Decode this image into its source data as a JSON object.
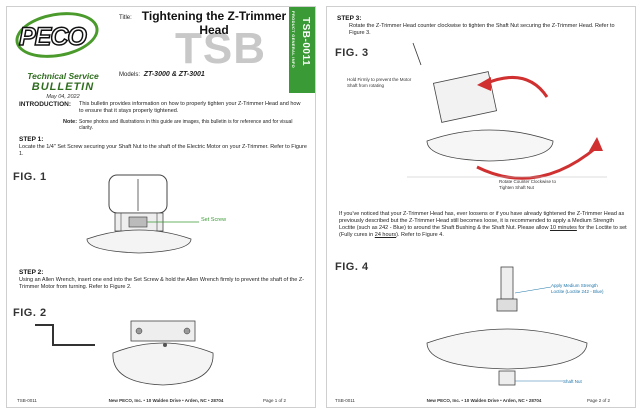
{
  "page1": {
    "logo_text": "PECO",
    "label_line1": "Technical Service",
    "label_line2": "BULLETIN",
    "date": "May 04, 2022",
    "title_label": "Title:",
    "title": "Tightening the Z-Trimmer Head",
    "big_text": "TSB",
    "models_label": "Models:",
    "models": "ZT-3000 & ZT-3001",
    "strip_small": "PRODUCT GENERAL INFO",
    "strip_big": "TSB-0011",
    "intro_label": "INTRODUCTION:",
    "intro_text": "This bulletin provides information on how to properly tighten your Z-Trimmer Head and how to ensure that it stays properly tightened.",
    "note_label": "Note:",
    "note_text": "Some photos and illustrations in this guide are images, this bulletin is for reference and for visual clarity.",
    "step1_title": "STEP 1:",
    "step1_text": "Locate the 1/4\" Set Screw securing your Shaft Nut to the shaft of the Electric Motor on your Z-Trimmer. Refer to Figure 1.",
    "fig1": "FIG. 1",
    "set_screw_label": "Set Screw",
    "step2_title": "STEP 2:",
    "step2_text": "Using an Allen Wrench, insert one end into the Set Screw & hold the Allen Wrench firmly to prevent the shaft of the Z-Trimmer Motor from turning. Refer to Figure 2.",
    "fig2": "FIG. 2",
    "footer_left": "TSB-0011",
    "footer_center": "New PECO, Inc. • 10 Walden Drive • Arden, NC • 28704",
    "footer_right": "Page 1 of 2"
  },
  "page2": {
    "step3_title": "STEP 3:",
    "step3_text": "Rotate the Z-Trimmer Head counter clockwise to tighten the Shaft Nut securing the Z-Trimmer Head. Refer to Figure 3.",
    "fig3": "FIG. 3",
    "hold_label": "Hold Firmly to prevent the Motor Shaft from rotating",
    "rotate_label": "Rotate Counter Clockwise to Tighten Shaft Nut",
    "para_text_a": "If you've noticed that your Z-Trimmer Head has, ever loosens or if you have already tightened the Z-Trimmer Head as previously described but the Z-Trimmer Head still becomes loose, it is recommended to apply a Medium Strength Loctite (such as 242 - Blue) to around the Shaft Bushing & the Shaft Nut. Please allow",
    "para_text_u1": "10 minutes",
    "para_text_b": "for the Loctite to set (Fully cures in",
    "para_text_u2": "24 hours",
    "para_text_c": "). Refer to Figure 4.",
    "fig4": "FIG. 4",
    "loctite_label": "Apply Medium Strength Loctite (Loctite 242 - Blue)",
    "shaft_nut_label": "Shaft Nut",
    "footer_left": "TSB-0011",
    "footer_center": "New PECO, Inc. • 10 Walden Drive • Arden, NC • 28704",
    "footer_right": "Page 2 of 2"
  },
  "colors": {
    "brand_green": "#3a9a35",
    "arrow_red": "#d03030",
    "label_blue": "#2277aa",
    "watermark_gray": "#c8c8c8"
  }
}
